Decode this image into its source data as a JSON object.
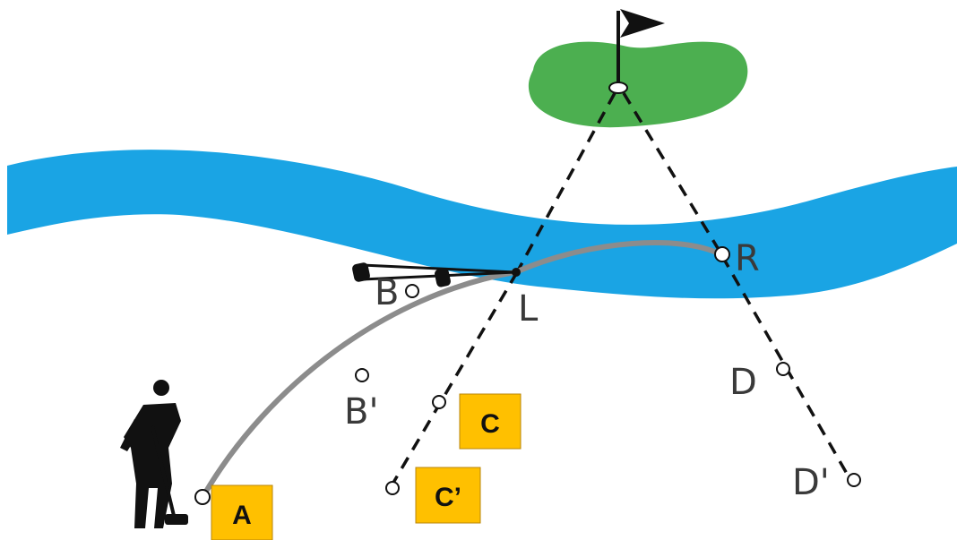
{
  "colors": {
    "water": "#1aa4e4",
    "green": "#4caf50",
    "flight_path": "#8c8c8c",
    "dashed_line": "#111111",
    "label_box": "#ffc000",
    "label_box_border": "#b8860b",
    "ink": "#111111"
  },
  "icons": {
    "flag": "golf-flag-icon",
    "golfer": "golfer-icon"
  },
  "point_labels": {
    "B": "B",
    "B_prime": "B'",
    "L": "L",
    "R": "R",
    "D": "D",
    "D_prime": "D'"
  },
  "box_labels": {
    "A": "A",
    "C": "C",
    "C_prime": "C’"
  }
}
